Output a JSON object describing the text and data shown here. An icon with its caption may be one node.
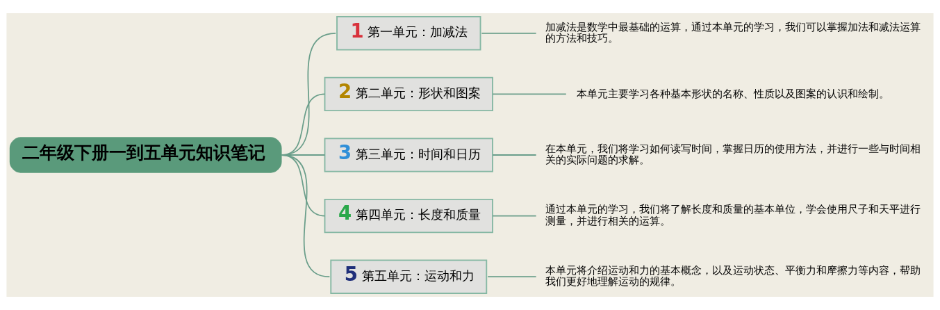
{
  "diagram": {
    "nodes": [
      {
        "text": [
          "二年级下册一到五单元知识笔记"
        ]
      },
      {
        "text": [
          "1",
          "第一单元：加减法"
        ]
      },
      {
        "text": [
          "加减法是数学中最基础的运算，通过本单元的学习，我们可以掌握加法和减法运算的方法和技巧。"
        ]
      },
      {
        "text": [
          "2",
          "第二单元：形状和图案"
        ]
      },
      {
        "text": [
          "本单元主要学习各种基本形状的名称、性质以及图案的认识和绘制。"
        ]
      },
      {
        "text": [
          "3",
          "第三单元：时间和日历"
        ]
      },
      {
        "text": [
          "在本单元，我们将学习如何读写时间，掌握日历的使用方法，并进行一些与时间相关的实际问题的求解。"
        ]
      },
      {
        "text": [
          "4",
          "第四单元：长度和质量"
        ]
      },
      {
        "text": [
          "通过本单元的学习，我们将了解长度和质量的基本单位，学会使用尺子和天平进行测量，并进行相关的运算。"
        ]
      },
      {
        "text": [
          "5",
          "第五单元：运动和力"
        ]
      },
      {
        "text": [
          "本单元将介绍运动和力的基本概念，以及运动状态、平衡力和摩擦力等内容，帮助我们更好地理解运动的规律。"
        ]
      }
    ],
    "edges": [
      {
        "from": 0,
        "to": 1,
        "arrow": "none"
      },
      {
        "from": 0,
        "to": 3,
        "arrow": "none"
      },
      {
        "from": 0,
        "to": 5,
        "arrow": "none"
      },
      {
        "from": 0,
        "to": 7,
        "arrow": "none"
      },
      {
        "from": 0,
        "to": 9,
        "arrow": "none"
      },
      {
        "from": 1,
        "to": 2,
        "arrow": "none"
      },
      {
        "from": 3,
        "to": 4,
        "arrow": "none"
      },
      {
        "from": 5,
        "to": 6,
        "arrow": "none"
      },
      {
        "from": 7,
        "to": 8,
        "arrow": "none"
      },
      {
        "from": 9,
        "to": 10,
        "arrow": "none"
      }
    ]
  }
}
